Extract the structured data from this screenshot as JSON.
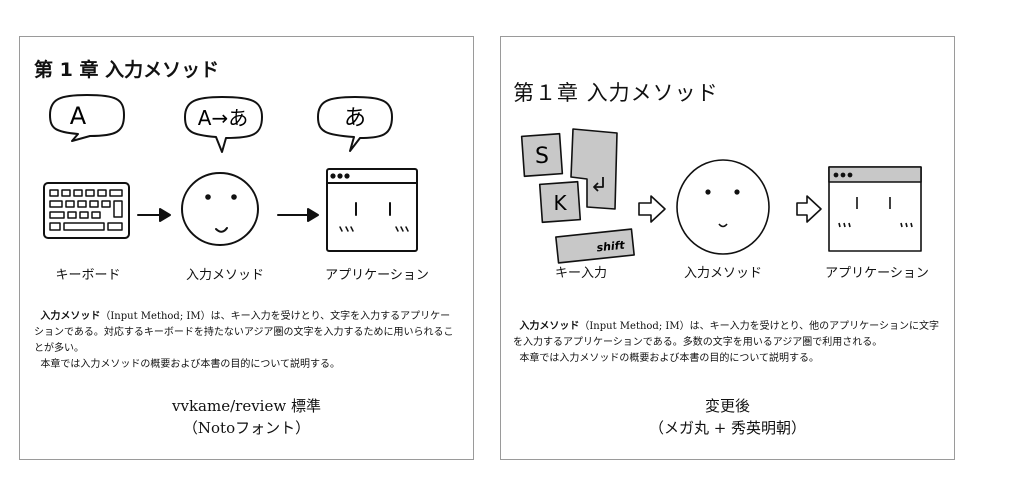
{
  "left": {
    "title": "第 1 章 入力メソッド",
    "bubbles": [
      "A",
      "A→あ",
      "あ"
    ],
    "labels": [
      "キーボード",
      "入力メソッド",
      "アプリケーション"
    ],
    "body_term": "入力メソッド",
    "body_p1": "（Input Method; IM）は、キー入力を受けとり、文字を入力するアプリケーションである。対応するキーボードを持たないアジア圏の文字を入力するために用いられることが多い。",
    "body_p2": "本章では入力メソッドの概要および本書の目的について説明する。",
    "caption_line1": "vvkame/review 標準",
    "caption_line2": "（Notoフォント）"
  },
  "right": {
    "title": "第１章 入力メソッド",
    "keys": [
      "S",
      "K",
      "shift"
    ],
    "labels": [
      "キー入力",
      "入力メソッド",
      "アプリケーション"
    ],
    "body_term": "入力メソッド",
    "body_p1": "（Input Method; IM）は、キー入力を受けとり、他のアプリケーションに文字を入力するアプリケーションである。多数の文字を用いるアジア圏で利用される。",
    "body_p2": "本章では入力メソッドの概要および本書の目的について説明する。",
    "caption_line1": "変更後",
    "caption_line2": "（メガ丸 + 秀英明朝）"
  }
}
